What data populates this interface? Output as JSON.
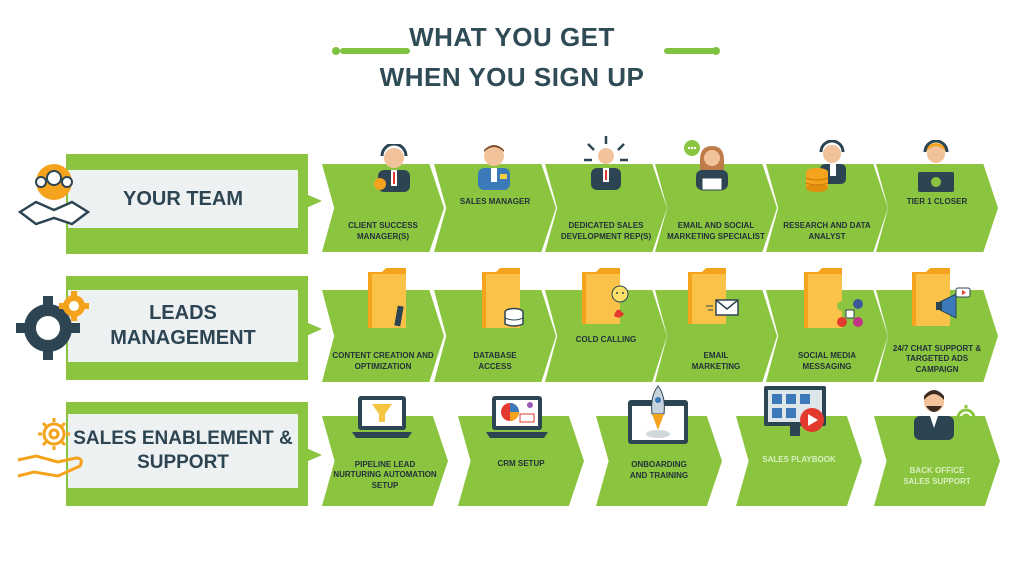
{
  "header": {
    "line1": "WHAT YOU GET",
    "line2": "WHEN YOU SIGN UP"
  },
  "colors": {
    "green": "#8bc540",
    "dark": "#2d4552",
    "panel": "#edf1f2",
    "orange": "#f5a31c"
  },
  "rows": [
    {
      "label": "YOUR TEAM",
      "icon": "handshake-team-icon",
      "items": [
        {
          "label": "CLIENT SUCCESS MANAGER(S)",
          "icon": "support-agent-icon"
        },
        {
          "label": "SALES MANAGER",
          "icon": "manager-icon"
        },
        {
          "label": "DEDICATED SALES DEVELOPMENT REP(S)",
          "icon": "sales-rep-icon"
        },
        {
          "label": "EMAIL AND SOCIAL MARKETING SPECIALIST",
          "icon": "marketing-specialist-icon"
        },
        {
          "label": "RESEARCH AND DATA ANALYST",
          "icon": "data-analyst-icon"
        },
        {
          "label": "TIER 1 CLOSER",
          "icon": "closer-icon"
        }
      ]
    },
    {
      "label": "LEADS MANAGEMENT",
      "icon": "gears-icon",
      "items": [
        {
          "label": "CONTENT CREATION AND OPTIMIZATION",
          "icon": "folder-pencil-icon"
        },
        {
          "label": "DATABASE ACCESS",
          "icon": "folder-database-icon"
        },
        {
          "label": "COLD CALLING",
          "icon": "folder-phone-icon"
        },
        {
          "label": "EMAIL MARKETING",
          "icon": "folder-email-icon"
        },
        {
          "label": "SOCIAL MEDIA MESSAGING",
          "icon": "folder-social-icon"
        },
        {
          "label": "24/7 CHAT SUPPORT & TARGETED ADS CAMPAIGN",
          "icon": "folder-megaphone-icon"
        }
      ]
    },
    {
      "label": "SALES ENABLEMENT & SUPPORT",
      "icon": "hand-gear-icon",
      "items": [
        {
          "label": "PIPELINE LEAD NURTURING AUTOMATION SETUP",
          "icon": "laptop-funnel-icon"
        },
        {
          "label": "CRM SETUP",
          "icon": "laptop-crm-icon"
        },
        {
          "label": "ONBOARDING AND TRAINING",
          "icon": "rocket-icon"
        },
        {
          "label": "SALES PLAYBOOK",
          "icon": "video-playbook-icon"
        },
        {
          "label": "BACK OFFICE SALES SUPPORT",
          "icon": "back-office-icon"
        }
      ]
    }
  ]
}
